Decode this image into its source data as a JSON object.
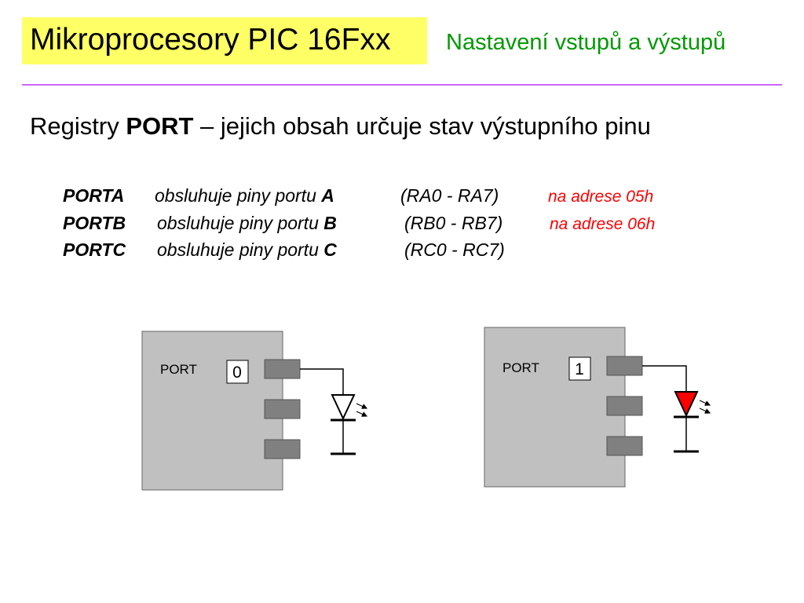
{
  "header": {
    "title": "Mikroprocesory PIC 16Fxx",
    "subtitle": "Nastavení vstupů a výstupů"
  },
  "heading": {
    "prefix": "Registry ",
    "bold": "PORT",
    "suffix": " – jejich obsah určuje stav výstupního pinu"
  },
  "registers": [
    {
      "name": "PORTA",
      "desc": "obsluhuje piny portu ",
      "port": "A",
      "pins": "(RA0 - RA7)",
      "address": "na adrese 05h"
    },
    {
      "name": "PORTB",
      "desc": "obsluhuje piny portu ",
      "port": "B",
      "pins": "(RB0 - RB7)",
      "address": "na adrese 06h"
    },
    {
      "name": "PORTC",
      "desc": "obsluhuje piny portu ",
      "port": "C",
      "pins": "(RC0 - RC7)",
      "address": ""
    }
  ],
  "diagrams": [
    {
      "label": "PORT",
      "value": "0",
      "led": "off"
    },
    {
      "label": "PORT",
      "value": "1",
      "led": "on"
    }
  ],
  "colors": {
    "title_bg": "#ffff66",
    "subtitle": "#009900",
    "divider": "#cc66ff",
    "address": "#ff0000",
    "chip_fill": "#c0c0c0",
    "pin_fill": "#808080",
    "led_on": "#ff0000",
    "led_off": "#ffffff"
  }
}
